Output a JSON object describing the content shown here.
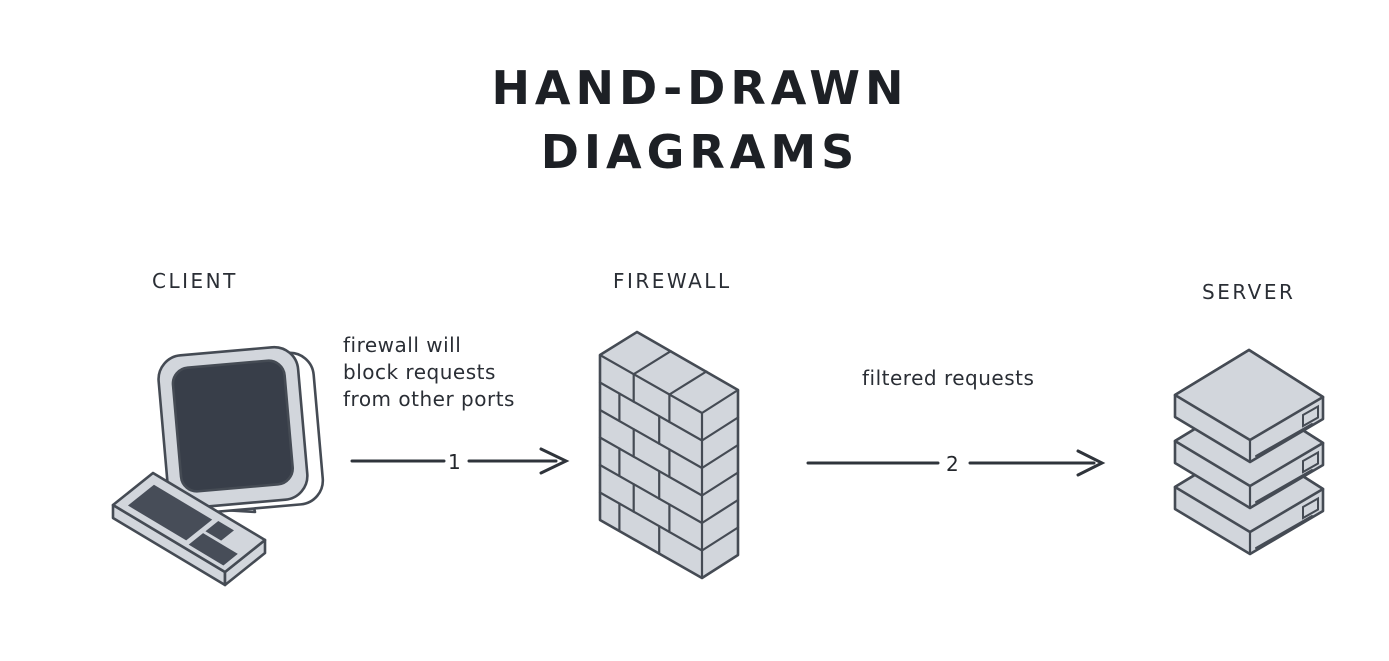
{
  "title": {
    "line1": "HAND-DRAWN",
    "line2": "DIAGRAMS"
  },
  "nodes": {
    "client": {
      "label": "CLIENT"
    },
    "firewall": {
      "label": "FIREWALL"
    },
    "server": {
      "label": "SERVER"
    }
  },
  "arrows": {
    "step1": {
      "number": "1",
      "annotation_lines": [
        "firewall will",
        "block requests",
        "from other ports"
      ]
    },
    "step2": {
      "number": "2",
      "annotation": "filtered requests"
    }
  },
  "colors": {
    "background": "#ffffff",
    "outline": "#454b54",
    "fill_light": "#d2d6dc",
    "screen_dark": "#383e49",
    "keys_dark": "#474d58",
    "text": "#1d2025",
    "arrow": "#2f343b"
  }
}
